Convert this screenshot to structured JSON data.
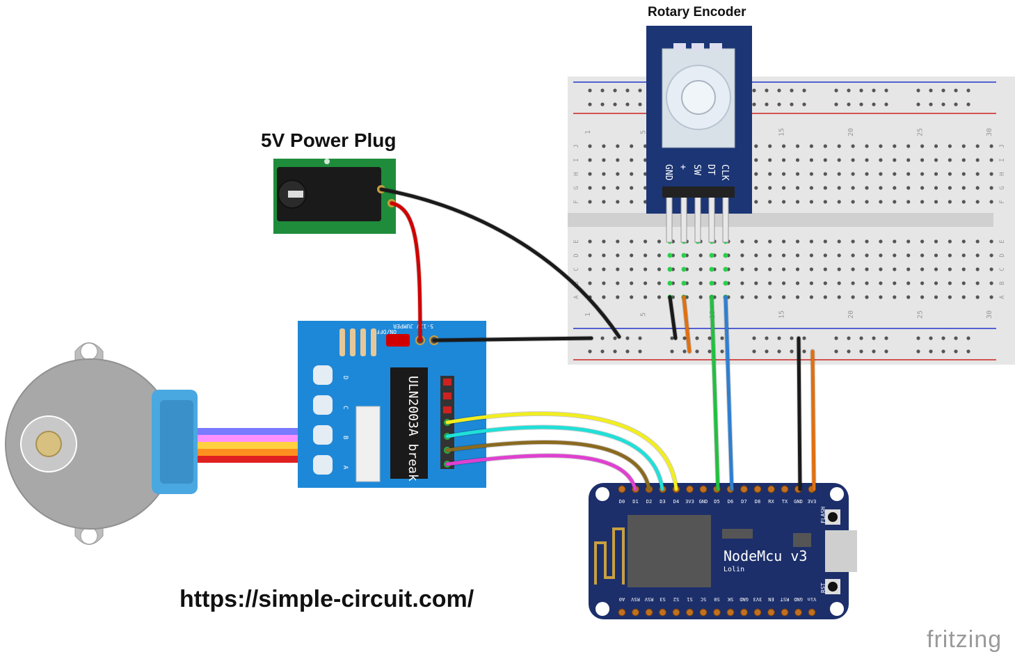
{
  "labels": {
    "power_plug": "5V Power Plug",
    "rotary_encoder": "Rotary Encoder",
    "url": "https://simple-circuit.com/",
    "watermark": "fritzing"
  },
  "encoder": {
    "pins": [
      "GND",
      "+",
      "SW",
      "DT",
      "CLK"
    ]
  },
  "driver": {
    "chip": "ULN2003A break",
    "jumper": "5-12V JUMPER",
    "switch": "ON/OFF",
    "leds": [
      "D",
      "C",
      "B",
      "A"
    ]
  },
  "nodemcu": {
    "name": "NodeMcu v3",
    "maker": "Lolin",
    "top_pins": [
      "D0",
      "D1",
      "D2",
      "D3",
      "D4",
      "3V3",
      "GND",
      "D5",
      "D6",
      "D7",
      "D8",
      "RX",
      "TX",
      "GND",
      "3V3"
    ],
    "bottom_pins": [
      "A0",
      "RSV",
      "RSV",
      "S3",
      "S2",
      "S1",
      "SC",
      "S0",
      "SK",
      "GND",
      "3V3",
      "EN",
      "RST",
      "GND",
      "Vin"
    ],
    "buttons": [
      "FLASH",
      "RST"
    ]
  },
  "breadboard": {
    "columns": [
      "1",
      "5",
      "10",
      "15",
      "20",
      "25",
      "30"
    ],
    "rows_top": [
      "J",
      "I",
      "H",
      "G",
      "F"
    ],
    "rows_bottom": [
      "E",
      "D",
      "C",
      "B",
      "A"
    ]
  },
  "colors": {
    "breadboard": "#e6e6e6",
    "driver_board": "#1e88d8",
    "nodemcu_board": "#1c2f6b",
    "power_board": "#1e8c3a",
    "encoder_board": "#1b3575",
    "motor": "#a8a8a8",
    "motor_cable": "#4aa8e0"
  },
  "wires": [
    {
      "name": "power-red",
      "color": "#d10000"
    },
    {
      "name": "power-black",
      "color": "#1a1a1a"
    },
    {
      "name": "rail-black",
      "color": "#1a1a1a"
    },
    {
      "name": "encoder-gnd-black",
      "color": "#1a1a1a"
    },
    {
      "name": "encoder-vcc-orange",
      "color": "#e07010"
    },
    {
      "name": "encoder-dt-green",
      "color": "#22c040"
    },
    {
      "name": "encoder-clk-blue",
      "color": "#2f7fd0"
    },
    {
      "name": "mcu-gnd-black",
      "color": "#1a1a1a"
    },
    {
      "name": "mcu-3v3-orange",
      "color": "#e07010"
    },
    {
      "name": "in1-yellow",
      "color": "#f2ee20"
    },
    {
      "name": "in2-cyan",
      "color": "#20e0d8"
    },
    {
      "name": "in3-brown",
      "color": "#8a6a20"
    },
    {
      "name": "in4-magenta",
      "color": "#e040d0"
    }
  ],
  "motor_cable_colors": [
    "#7a7aff",
    "#ff90ff",
    "#ffd040",
    "#ff9020",
    "#e02020"
  ]
}
